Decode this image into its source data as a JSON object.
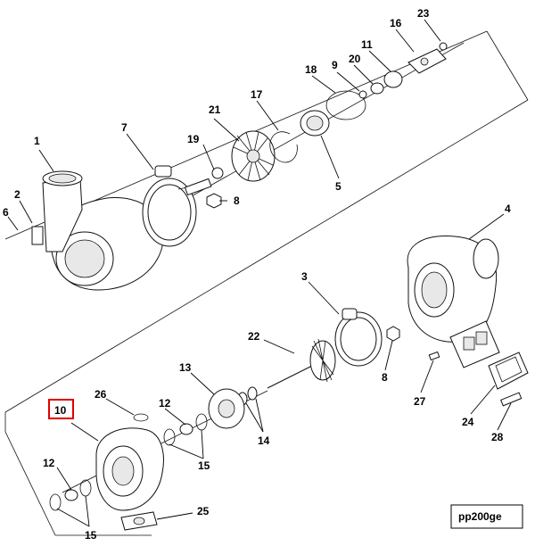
{
  "callouts": {
    "c1": "1",
    "c2": "2",
    "c3": "3",
    "c4": "4",
    "c5": "5",
    "c6": "6",
    "c7": "7",
    "c8a": "8",
    "c8b": "8",
    "c9": "9",
    "c10": "10",
    "c11": "11",
    "c12a": "12",
    "c12b": "12",
    "c13": "13",
    "c14": "14",
    "c15a": "15",
    "c15b": "15",
    "c16": "16",
    "c17": "17",
    "c18": "18",
    "c19": "19",
    "c20": "20",
    "c21": "21",
    "c22": "22",
    "c23": "23",
    "c24": "24",
    "c25": "25",
    "c26": "26",
    "c27": "27",
    "c28": "28"
  },
  "highlighted_callout": "10",
  "highlight_color": "#e00000",
  "reference_code": "pp200ge"
}
